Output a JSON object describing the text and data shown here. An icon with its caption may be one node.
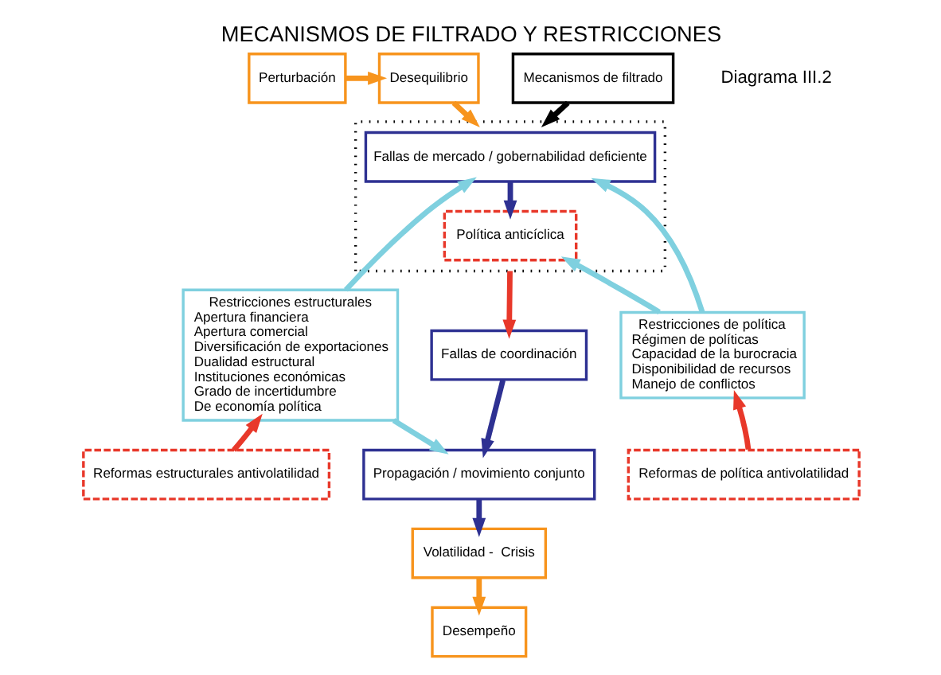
{
  "diagram": {
    "title": "MECANISMOS DE FILTRADO Y RESTRICCIONES",
    "labels": [
      "Diagrama III.2"
    ],
    "nodes": [
      {
        "text": [
          "Perturbación"
        ]
      },
      {
        "text": [
          "Desequilibrio"
        ]
      },
      {
        "text": [
          "Mecanismos de filtrado"
        ]
      },
      {
        "text": [],
        "shape": "box"
      },
      {
        "text": [
          "Fallas de mercado / gobernabilidad deficiente"
        ],
        "in": 3
      },
      {
        "text": [
          "Política anticíclica"
        ],
        "in": 3
      },
      {
        "text": [
          "Restricciones estructurales",
          "Apertura financiera",
          "Apertura comercial",
          "Diversificación de exportaciones",
          "Dualidad estructural",
          "Instituciones económicas",
          "Grado de incertidumbre",
          "De economía política"
        ]
      },
      {
        "text": [
          "Restricciones de política",
          "Régimen de políticas",
          "Capacidad de la burocracia",
          "Disponibilidad de recursos",
          "Manejo de conflictos"
        ]
      },
      {
        "text": [
          "Fallas de coordinación"
        ]
      },
      {
        "text": [
          "Propagación / movimiento conjunto"
        ]
      },
      {
        "text": [
          "Volatilidad -  Crisis"
        ]
      },
      {
        "text": [
          "Desempeño"
        ]
      },
      {
        "text": [
          "Reformas estructurales antivolatilidad"
        ]
      },
      {
        "text": [
          "Reformas de política antivolatilidad"
        ]
      }
    ],
    "edges": [
      {
        "from": 0,
        "to": 1,
        "arrow": "to",
        "color": "#f7941d"
      },
      {
        "from": 1,
        "to": 3,
        "arrow": "to",
        "color": "#f7941d"
      },
      {
        "from": 2,
        "to": 3,
        "arrow": "to",
        "color": "#000000"
      },
      {
        "from": 4,
        "to": 5,
        "arrow": "to",
        "color": "#2e3192"
      },
      {
        "from": 6,
        "to": 4,
        "arrow": "to",
        "color": "#7fd0df"
      },
      {
        "from": 7,
        "to": 4,
        "arrow": "to",
        "color": "#7fd0df"
      },
      {
        "from": 7,
        "to": 5,
        "arrow": "to",
        "color": "#7fd0df"
      },
      {
        "from": 3,
        "to": 8,
        "arrow": "to",
        "color": "#e8382a"
      },
      {
        "from": 6,
        "to": 9,
        "arrow": "to",
        "color": "#7fd0df"
      },
      {
        "from": 8,
        "to": 9,
        "arrow": "to",
        "color": "#2e3192"
      },
      {
        "from": 9,
        "to": 10,
        "arrow": "to",
        "color": "#2e3192"
      },
      {
        "from": 10,
        "to": 11,
        "arrow": "to",
        "color": "#f7941d"
      },
      {
        "from": 12,
        "to": 6,
        "arrow": "to",
        "color": "#e8382a"
      },
      {
        "from": 13,
        "to": 7,
        "arrow": "to",
        "color": "#e8382a"
      }
    ]
  }
}
